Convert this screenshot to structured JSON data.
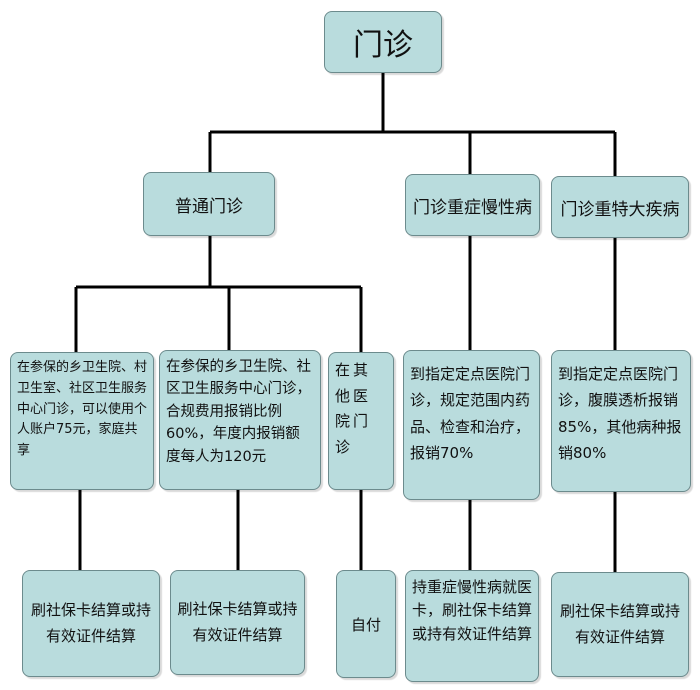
{
  "root": {
    "label": "门诊"
  },
  "level1": [
    {
      "label": "普通门诊"
    },
    {
      "label": "门诊重症慢性病"
    },
    {
      "label": "门诊重特大疾病"
    }
  ],
  "level2": [
    {
      "text": "在参保的乡卫生院、村卫生室、社区卫生服务中心门诊，可以使用个人账户75元，家庭共享"
    },
    {
      "text": "在参保的乡卫生院、社区卫生服务中心门诊，合规费用报销比例60%，年度内报销额度每人为120元"
    },
    {
      "text": "在其他医院门诊"
    },
    {
      "text": "到指定定点医院门诊，规定范围内药品、检查和治疗，报销70%"
    },
    {
      "text": "到指定定点医院门诊，腹膜透析报销85%，其他病种报销80%"
    }
  ],
  "level3": [
    {
      "text": "刷社保卡结算或持有效证件结算"
    },
    {
      "text": "刷社保卡结算或持有效证件结算"
    },
    {
      "text": "自付"
    },
    {
      "text": "持重症慢性病就医卡，刷社保卡结算或持有效证件结算"
    },
    {
      "text": "刷社保卡结算或持有效证件结算"
    }
  ]
}
